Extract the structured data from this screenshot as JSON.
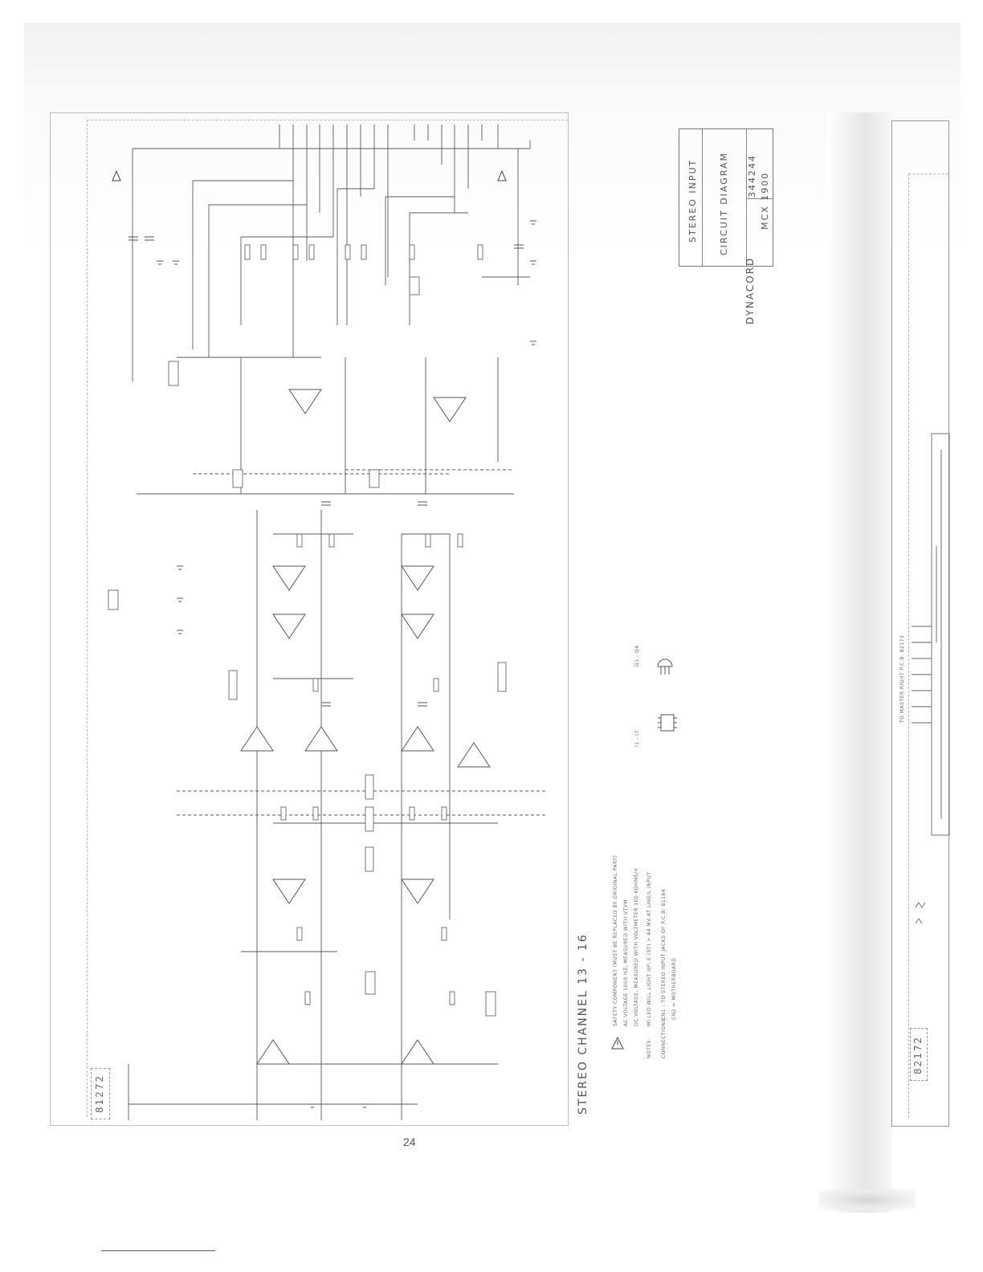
{
  "main_sheet": {
    "corner_id": "81272",
    "title": "STEREO CHANNEL 13 - 16",
    "page_number": "24"
  },
  "title_block": {
    "line1": "STEREO INPUT",
    "line2": "CIRCUIT DIAGRAM",
    "part_number": "344244",
    "model": "MCX 1900",
    "brand": "DYNACORD"
  },
  "notes": {
    "safety": "SAFETY COMPONENT (MUST BE REPLACED BY ORIGINAL PART)",
    "ac": "AC VOLTAGE 1000 HZ, MEASURED WITH VTVM",
    "dc": "DC VOLTAGE, MEASURED WITH VOLTMETER 100 KOHMS/V",
    "notes_label": "NOTES:",
    "led": "M) LED WILL LIGHT UP: E (ST) > 44 MV AT LINE/L INPUT",
    "connections_label": "CONNECTIONS:",
    "cn1": "CN1 : TO STEREO INPUT JACKS OF P.C.B. 81184",
    "cn2": "CN2 = MOTHERBOARD",
    "ic_label": "I1 - I7",
    "q_label": "Q1 - Q4"
  },
  "right_panel": {
    "corner_id": "82172",
    "header": "TO MASTER RIGHT P.C.B. 82173"
  }
}
